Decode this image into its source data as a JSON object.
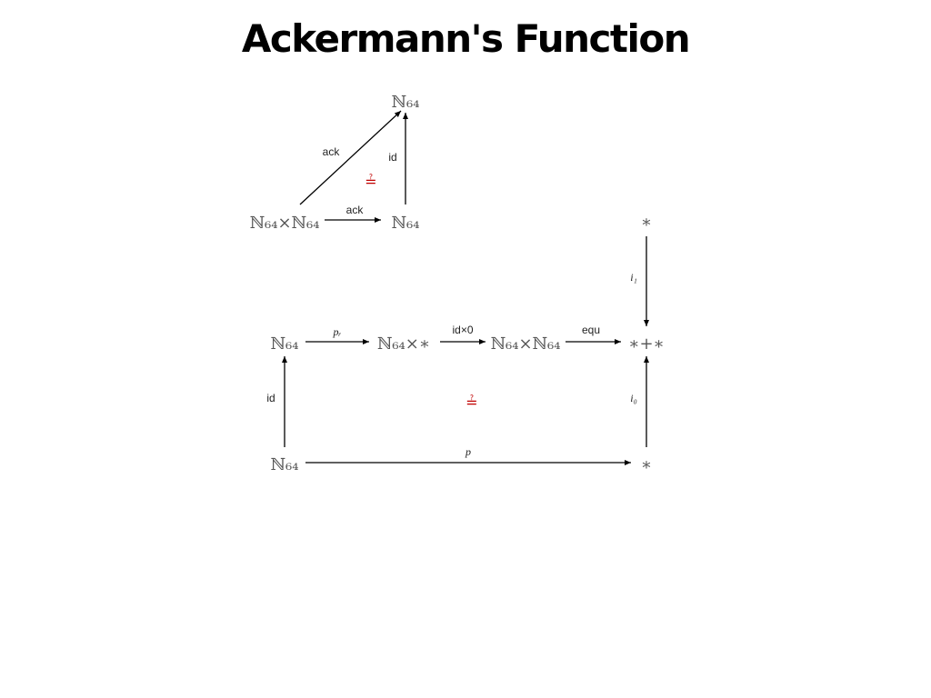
{
  "title": "Ackermann's Function",
  "diagram1": {
    "objects": {
      "top": "ℕ₆₄",
      "left": "ℕ₆₄×ℕ₆₄",
      "right": "ℕ₆₄"
    },
    "arrows": {
      "diag": "ack",
      "horiz": "ack",
      "vert": "id"
    },
    "commutes_mark": "≟"
  },
  "diagram2": {
    "objects": {
      "n64_top": "ℕ₆₄",
      "n64_star": "ℕ₆₄×∗",
      "n64_n64": "ℕ₆₄×ℕ₆₄",
      "star_plus_star": "∗+∗",
      "star_top": "∗",
      "n64_bottom": "ℕ₆₄",
      "star_bottom": "∗"
    },
    "arrows": {
      "pr": "pᵣ",
      "id_times_zero": "id×0",
      "equ": "equ",
      "i1": "i₁",
      "id": "id",
      "i0": "i₀",
      "p": "p"
    },
    "commutes_mark": "≟"
  }
}
